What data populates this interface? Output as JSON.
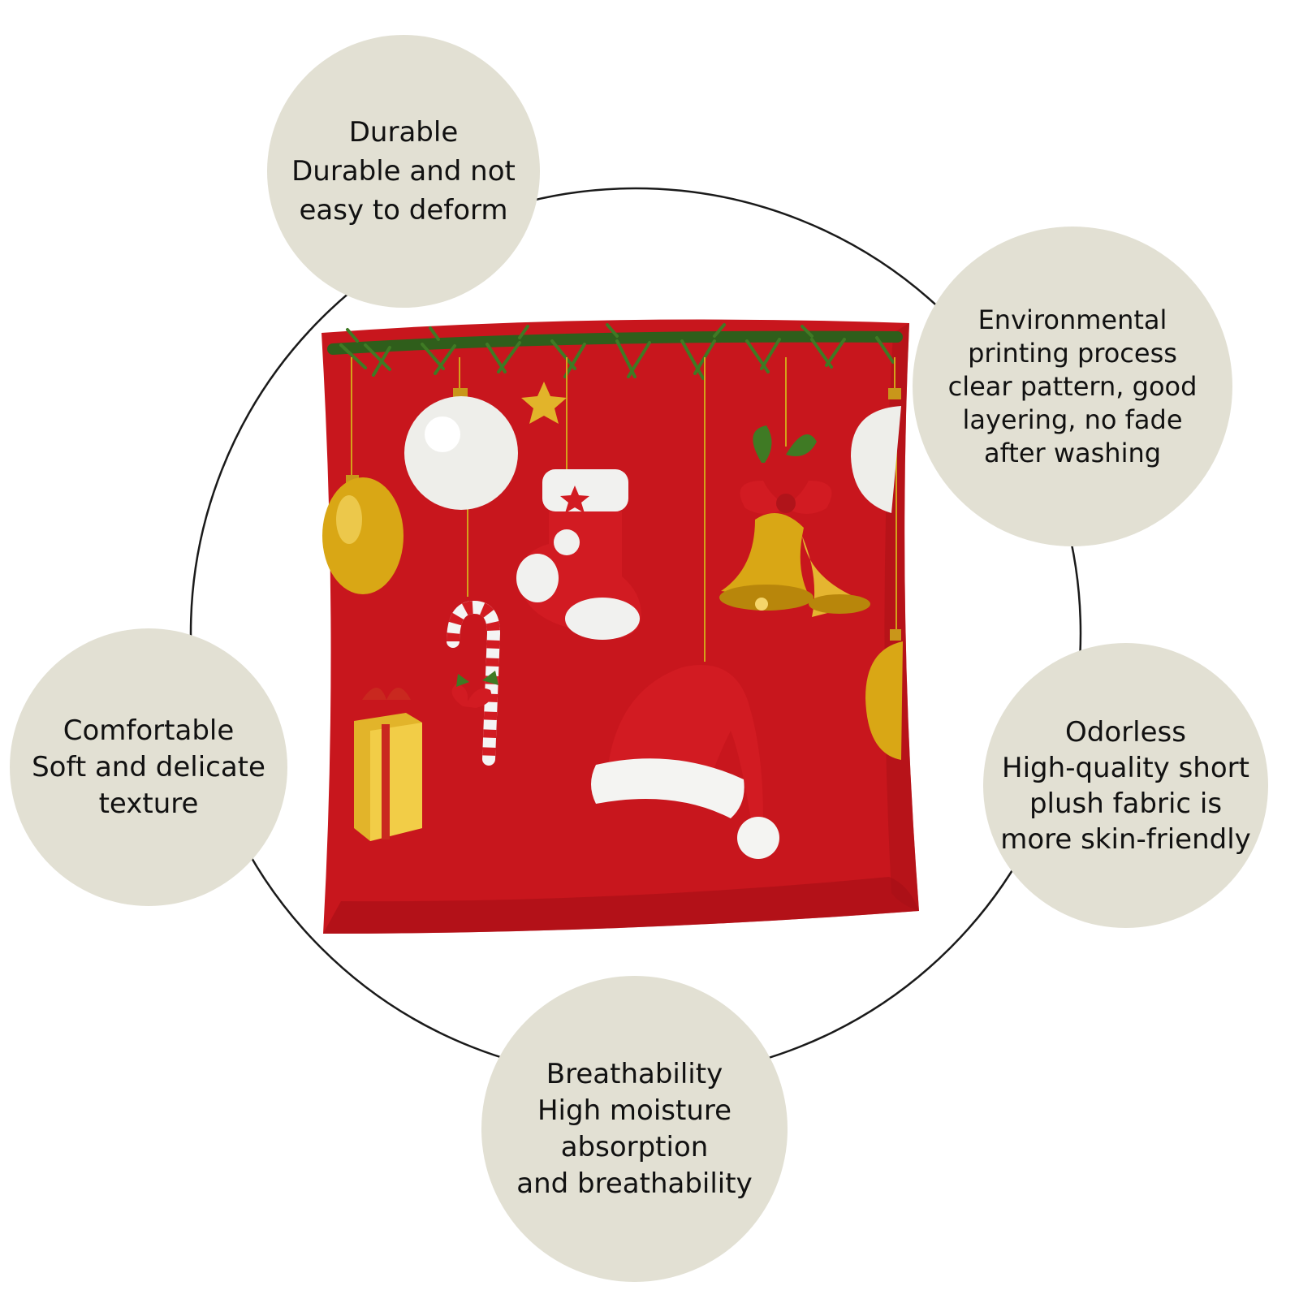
{
  "colors": {
    "bubble": "#e2e0d3",
    "ring": "#1a1a1a",
    "pillow": "#c8161d",
    "pillow_dark": "#a50f15",
    "pine": "#3f7a24",
    "gold": "#d9a715",
    "ornament_white": "#eeeeea"
  },
  "features": [
    {
      "id": "durable",
      "lines": [
        "Durable",
        "Durable and not",
        "easy to deform"
      ]
    },
    {
      "id": "environmental",
      "lines": [
        "Environmental",
        "printing process",
        "clear pattern, good",
        "layering, no fade",
        "after washing"
      ]
    },
    {
      "id": "comfortable",
      "lines": [
        "Comfortable",
        "Soft and delicate",
        "texture"
      ]
    },
    {
      "id": "odorless",
      "lines": [
        "Odorless",
        "High-quality short",
        "plush fabric is",
        "more skin-friendly"
      ]
    },
    {
      "id": "breathability",
      "lines": [
        "Breathability",
        "High moisture",
        "absorption",
        "and breathability"
      ]
    }
  ],
  "icons": [
    "christmas-pillow-image",
    "ornament-icon",
    "stocking-icon",
    "bell-icon",
    "santa-hat-icon",
    "candy-cane-icon",
    "gift-box-icon",
    "star-icon"
  ]
}
